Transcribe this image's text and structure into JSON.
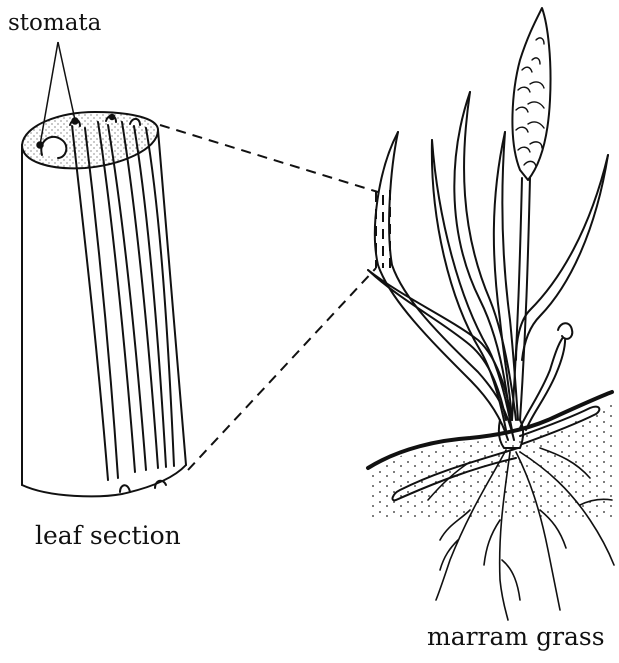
{
  "labels": {
    "stomata": "stomata",
    "leaf_section": "leaf section",
    "marram_grass": "marram grass"
  },
  "style": {
    "ink": "#111111",
    "background": "#ffffff"
  }
}
